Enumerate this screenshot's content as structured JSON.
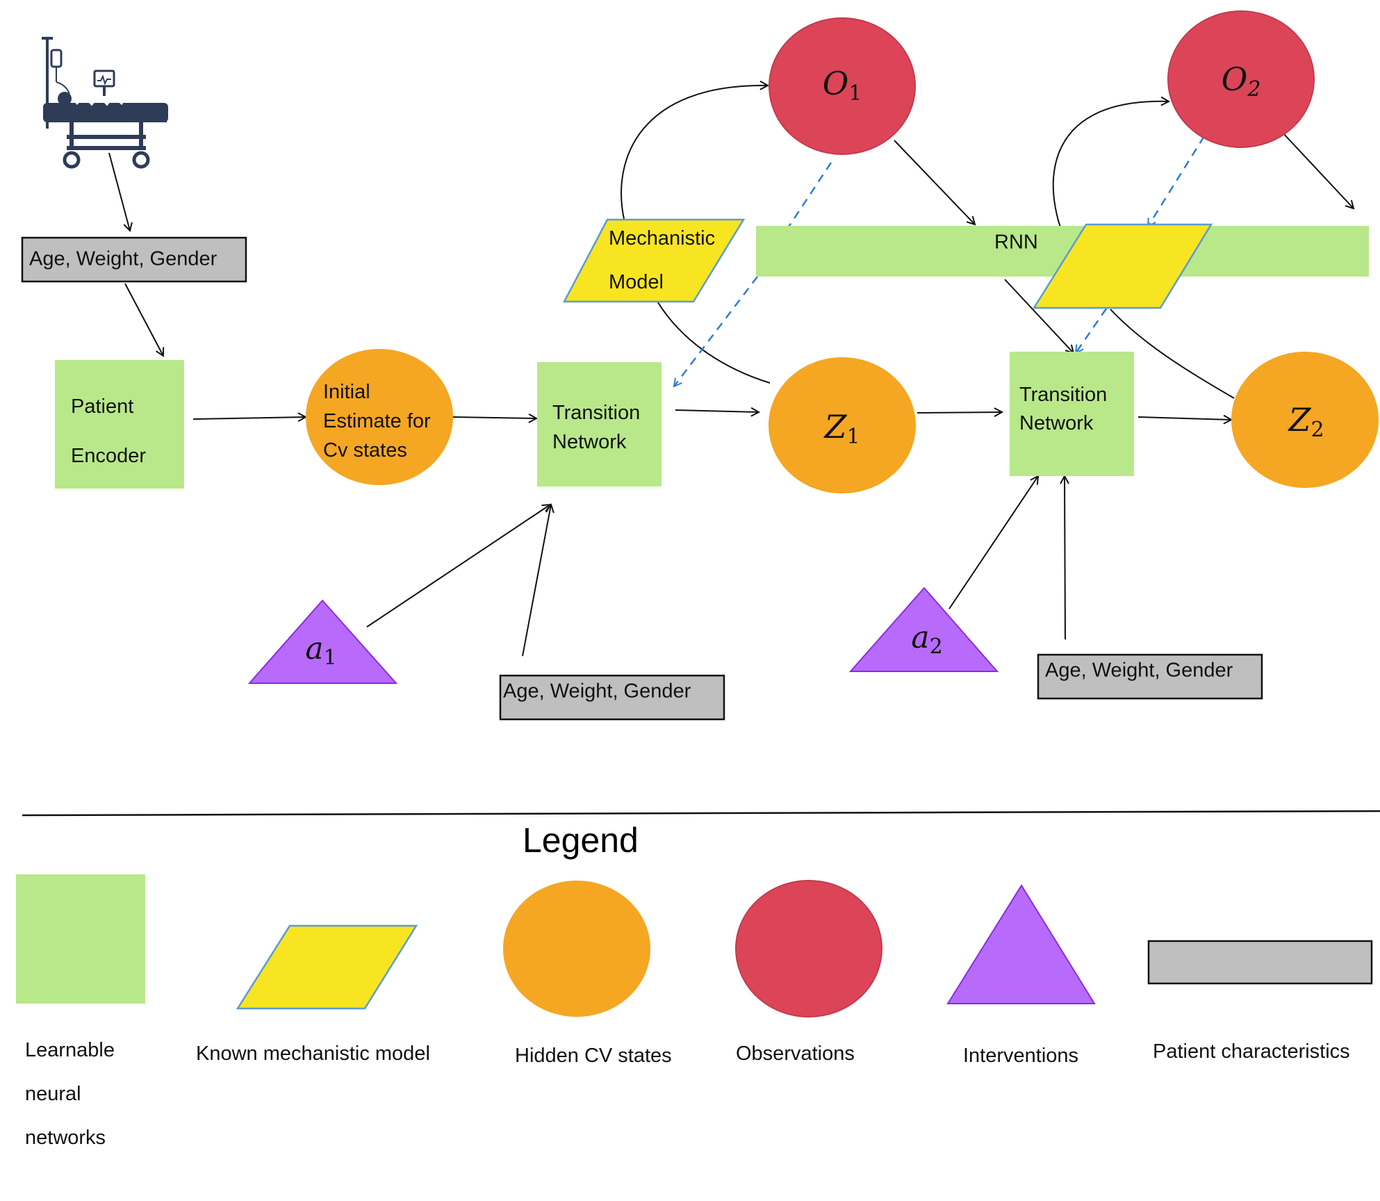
{
  "nodes": {
    "patient_chars_top": "Age, Weight, Gender",
    "patient_encoder": [
      "Patient",
      "Encoder"
    ],
    "initial_estimate": [
      "Initial",
      "Estimate for",
      "Cv states"
    ],
    "transition_1": [
      "Transition",
      "Network"
    ],
    "transition_2": [
      "Transition",
      "Network"
    ],
    "z1": {
      "base": "Z",
      "sub": "1"
    },
    "z2": {
      "base": "Z",
      "sub": "2"
    },
    "o1": {
      "base": "O",
      "sub": "1"
    },
    "o2": {
      "base": "O",
      "sub": "2"
    },
    "a1": {
      "base": "a",
      "sub": "1"
    },
    "a2": {
      "base": "a",
      "sub": "2"
    },
    "mechanistic_model": [
      "Mechanistic",
      "Model"
    ],
    "rnn": "RNN",
    "patient_chars_1": "Age, Weight, Gender",
    "patient_chars_2": "Age, Weight, Gender"
  },
  "legend": {
    "title": "Legend",
    "learnable": [
      "Learnable",
      "neural",
      "networks"
    ],
    "mechanistic": "Known mechanistic model",
    "hidden": "Hidden CV states",
    "observations": "Observations",
    "interventions": "Interventions",
    "patient": "Patient characteristics"
  },
  "colors": {
    "learnable": "#b8e88a",
    "mechanistic": "#f8e521",
    "mechanistic_border": "#5b9bd5",
    "hidden": "#f5a623",
    "observation": "#dc4558",
    "observation_border": "#c43a4c",
    "intervention": "#b86bfb",
    "intervention_border": "#8a2be2",
    "patient": "#bfbfbf",
    "dashed_arrow": "#2d7dd2"
  },
  "icons": {
    "patient_bed": "hospital-bed-icon"
  }
}
